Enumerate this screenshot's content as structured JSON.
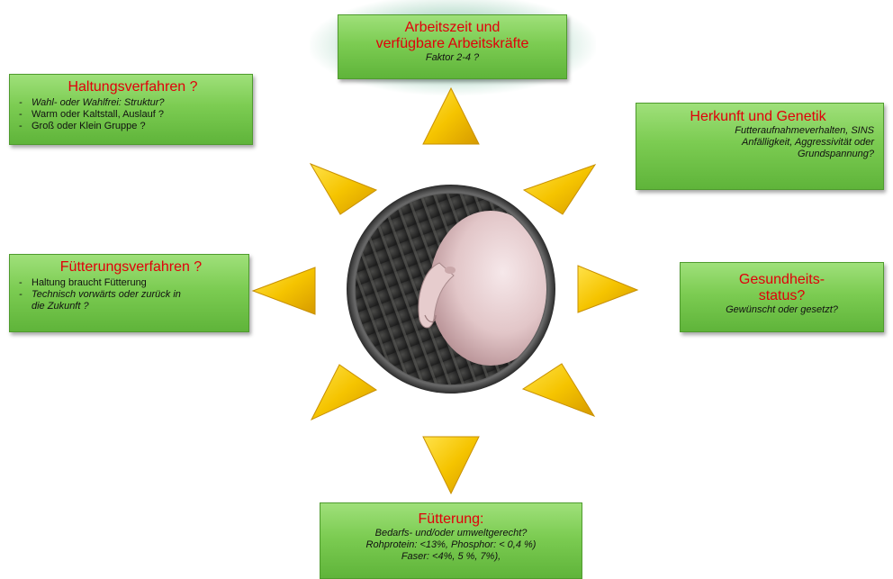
{
  "boxes": {
    "arbeitszeit": {
      "title_line1": "Arbeitszeit und",
      "title_line2": "verfügbare Arbeitskräfte",
      "sub": "Faktor 2-4 ?"
    },
    "haltung": {
      "title": "Haltungsverfahren  ?",
      "items": [
        {
          "text": "Wahl- oder Wahlfrei: Struktur?",
          "italic": true
        },
        {
          "text": "Warm oder Kaltstall, Auslauf ?",
          "italic": false
        },
        {
          "text": "Groß oder Klein Gruppe ?",
          "italic": false
        }
      ]
    },
    "herkunft": {
      "title": "Herkunft  und Genetik",
      "sub_line1": "Futteraufnahmeverhalten, SINS",
      "sub_line2": "Anfälligkeit, Aggressivität oder",
      "sub_line3": "Grundspannung?"
    },
    "fuetterungsverfahren": {
      "title": "Fütterungsverfahren  ?",
      "items": [
        {
          "text": "Haltung braucht Fütterung",
          "italic": false
        },
        {
          "text": "Technisch vorwärts oder zurück in die Zukunft ?",
          "italic": true
        }
      ]
    },
    "gesundheit": {
      "title_line1": "Gesundheits-",
      "title_line2": "status?",
      "sub": "Gewünscht oder gesetzt?"
    },
    "fuetterung": {
      "title": "Fütterung:",
      "sub_line1": "Bedarfs- und/oder umweltgerecht?",
      "sub_line2": "Rohprotein: <13%, Phosphor: < 0,4 %)",
      "sub_line3": "Faser: <4%, 5 %, 7%),"
    }
  },
  "colors": {
    "box_green": "#7ccc52",
    "title_red": "#e0000a",
    "ray_yellow": "#f5c400",
    "glow": "#8cc9a8"
  },
  "icons": {
    "center": "pig-photo"
  }
}
